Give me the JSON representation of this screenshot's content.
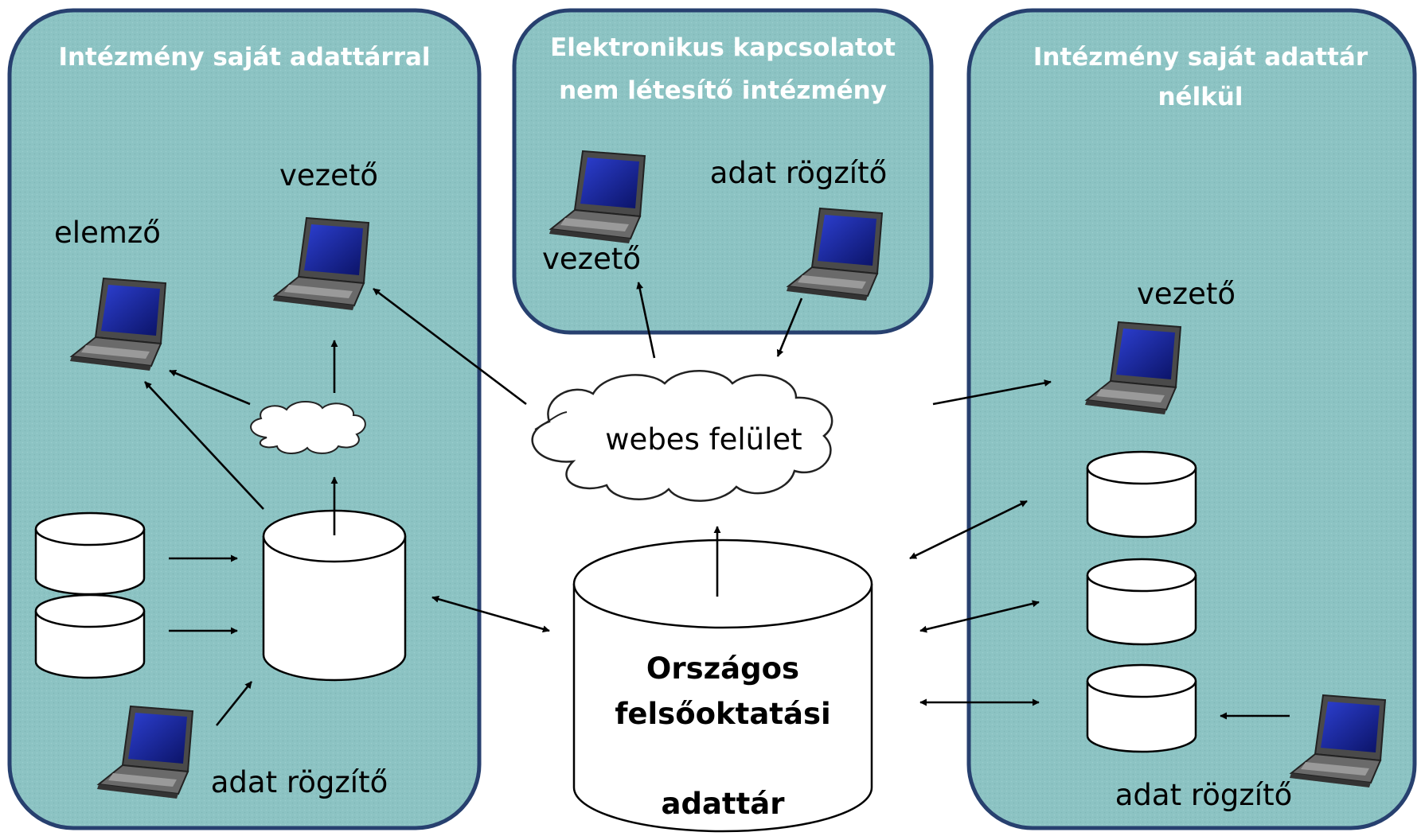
{
  "panels": {
    "left": {
      "title": "Intézmény saját adattárral"
    },
    "middle": {
      "title_line1": "Elektronikus kapcsolatot",
      "title_line2": "nem létesítő intézmény"
    },
    "right": {
      "title_line1": "Intézmény saját adattár",
      "title_line2": "nélkül"
    }
  },
  "labels": {
    "left_vezeto": "vezető",
    "left_elemzo": "elemző",
    "left_adat_rogzito": "adat rögzítő",
    "mid_adat_rogzito": "adat rögzítő",
    "mid_vezeto": "vezető",
    "right_vezeto": "vezető",
    "right_adat_rogzito": "adat rögzítő",
    "web_cloud": "webes felület"
  },
  "central_db": {
    "line1": "Országos",
    "line2": "felsőoktatási",
    "line3": "adattár"
  },
  "colors": {
    "panel_fill": "#8cc3c3",
    "panel_border": "#27406f",
    "screen": "#1f2fb0",
    "laptop_body": "#5a5a5a"
  }
}
